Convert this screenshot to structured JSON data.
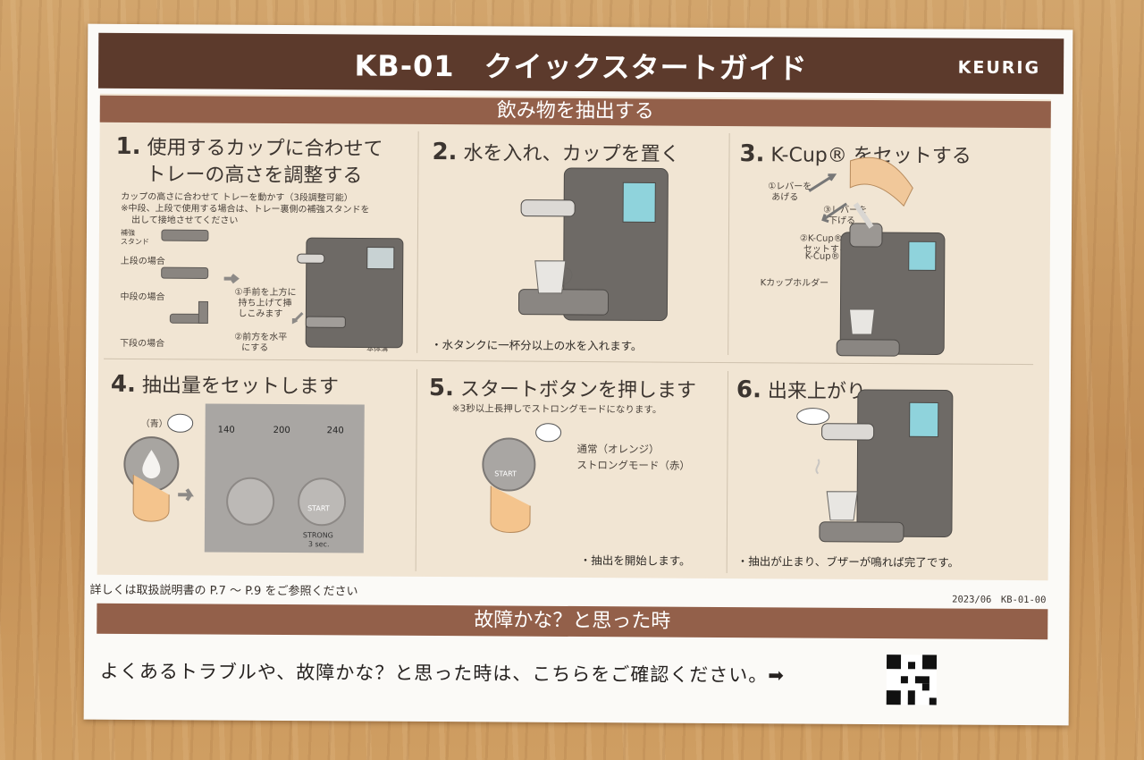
{
  "header": {
    "title": "KB-01　クイックスタートガイド",
    "brand": "KEURIG"
  },
  "section1": {
    "title": "飲み物を抽出する"
  },
  "steps": [
    {
      "num": "1.",
      "title_line1": "使用するカップに合わせて",
      "title_line2": "トレーの高さを調整する",
      "desc1": "カップの高さに合わせて トレーを動かす（3段調整可能）",
      "desc2": "※中段、上段で使用する場合は、トレー裏側の補強スタンドを",
      "desc3": "出して接地させてください",
      "stand_label1": "補強",
      "stand_label2": "スタンド",
      "upper": "上段の場合",
      "middle": "中段の場合",
      "lower": "下段の場合",
      "a1_line1": "①手前を上方に",
      "a1_line2": "持ち上げて挿",
      "a1_line3": "しこみます",
      "a2_line1": "②前方を水平",
      "a2_line2": "にする",
      "body": "本体溝"
    },
    {
      "num": "2.",
      "title": "水を入れ、カップを置く",
      "note": "・水タンクに一杯分以上の水を入れます。"
    },
    {
      "num": "3.",
      "title": "K-Cup® をセットする",
      "lever_up1": "①レバーを",
      "lever_up2": "あげる",
      "lever_down1": "③レバーを",
      "lever_down2": "下げる",
      "set1": "②K-Cup® を",
      "set2": "セットする",
      "set3": "K-Cup®",
      "holder": "Kカップホルダー"
    },
    {
      "num": "4.",
      "title": "抽出量をセットします",
      "blue": "（青）",
      "sizes": [
        "140",
        "200",
        "240"
      ],
      "start": "START",
      "strong1": "STRONG",
      "strong2": "3 sec."
    },
    {
      "num": "5.",
      "title": "スタートボタンを押します",
      "sub": "※3秒以上長押しでストロングモードになります。",
      "mode1": "通常（オレンジ）",
      "mode2": "ストロングモード（赤）",
      "start": "START",
      "note": "・抽出を開始します。"
    },
    {
      "num": "6.",
      "title": "出来上がり",
      "note": "・抽出が止まり、ブザーが鳴れば完了です。"
    }
  ],
  "footer": {
    "left": "詳しくは取扱説明書の P.7 〜 P.9 をご参照ください",
    "right": "2023/06　KB-01-00"
  },
  "section2": {
    "title": "故障かな？と思った時",
    "text": "よくあるトラブルや、故障かな？と思った時は、こちらをご確認ください。➡"
  }
}
